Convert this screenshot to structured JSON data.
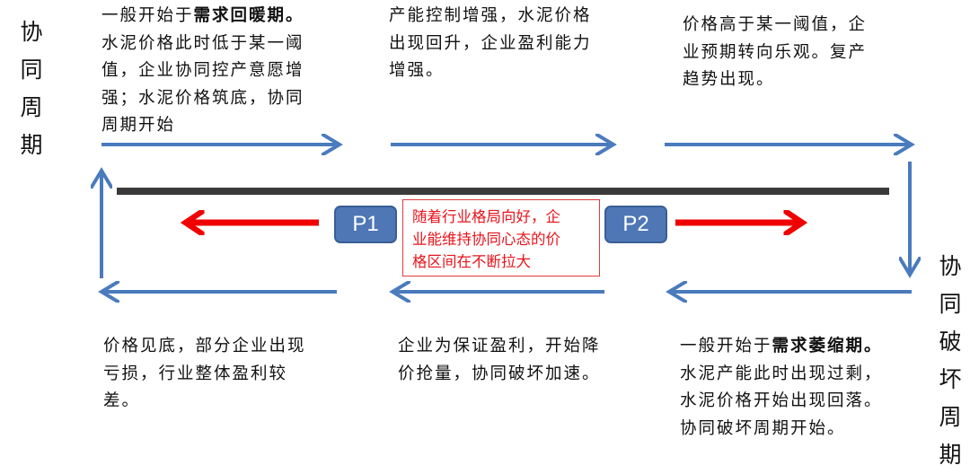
{
  "left_label": "协同周期",
  "right_label": "协同破坏周期",
  "top_blocks": [
    {
      "lines": [
        [
          "一般开始于",
          "需求回暖期。"
        ],
        [
          "水泥价格此时低于某一阈",
          ""
        ],
        [
          "值，企业协同控产意愿增",
          ""
        ],
        [
          "强；水泥价格筑底，协同",
          ""
        ],
        [
          "周期开始",
          ""
        ]
      ]
    },
    {
      "lines": [
        [
          "产能控制增强，水泥价格",
          ""
        ],
        [
          "出现回升，企业盈利能力",
          ""
        ],
        [
          "增强。",
          ""
        ]
      ]
    },
    {
      "lines": [
        [
          "价格高于某一阈值，企",
          ""
        ],
        [
          "业预期转向乐观。复产",
          ""
        ],
        [
          "趋势出现。",
          ""
        ]
      ]
    }
  ],
  "bottom_blocks": [
    {
      "lines": [
        [
          "价格见底，部分企业出现",
          ""
        ],
        [
          "亏损，行业整体盈利较",
          ""
        ],
        [
          "差。",
          ""
        ]
      ]
    },
    {
      "lines": [
        [
          "企业为保证盈利，开始降",
          ""
        ],
        [
          "价抢量，协同破坏加速。",
          ""
        ]
      ]
    },
    {
      "lines": [
        [
          "一般开始于",
          "需求萎缩期。"
        ],
        [
          "水泥产能此时出现过剩，",
          ""
        ],
        [
          "水泥价格开始出现回落。",
          ""
        ],
        [
          "协同破坏周期开始。",
          ""
        ]
      ]
    }
  ],
  "p1": "P1",
  "p2": "P2",
  "center_note": [
    "随着行业格局向好，企",
    "业能维持协同心态的价",
    "格区间在不断拉大"
  ],
  "colors": {
    "blue_arrow": "#4a7bbd",
    "red_arrow": "#f00000",
    "bar": "#3a3a3a",
    "pbox": "#4f77b5"
  }
}
